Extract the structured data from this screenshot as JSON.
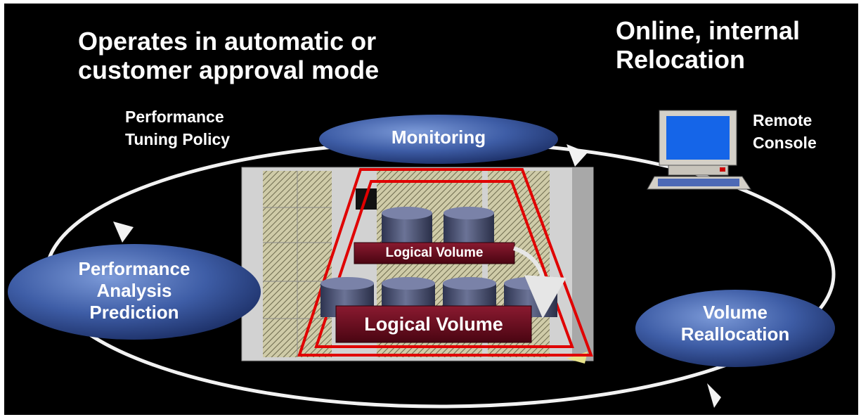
{
  "headline_left": "Operates in automatic or\ncustomer approval mode",
  "headline_right": "Online, internal\nRelocation",
  "policy_label": "Performance\nTuning Policy",
  "console_label": "Remote\nConsole",
  "nodes": {
    "monitoring": "Monitoring",
    "analysis": "Performance\nAnalysis\nPrediction",
    "reallocation": "Volume\nReallocation"
  },
  "volumes": {
    "source": "Logical Volume",
    "target": "Logical Volume"
  },
  "colors": {
    "background": "#000000",
    "oval_blue": "#3e5da6",
    "volume_red": "#6b0a1e",
    "outline_red": "#e00000",
    "cabinet_gray": "#cfcfcf"
  },
  "icons": [
    "computer-icon",
    "disk-icon",
    "flow-arrow-icon"
  ]
}
